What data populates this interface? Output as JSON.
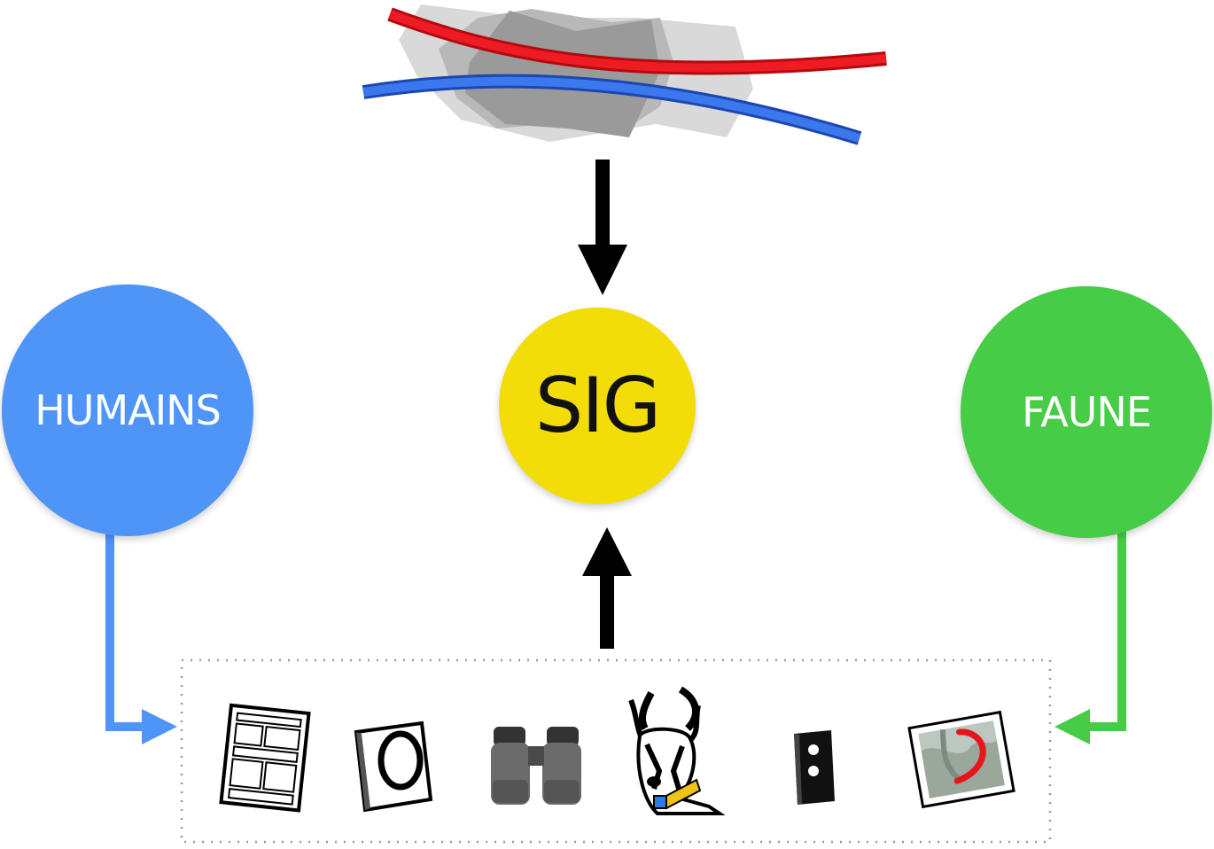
{
  "nodes": {
    "humains": {
      "label": "HUMAINS",
      "color": "#4f95f7"
    },
    "sig": {
      "label": "SIG",
      "color": "#f2dd08"
    },
    "faune": {
      "label": "FAUNE",
      "color": "#47cc47"
    }
  },
  "connectors": {
    "humains_color": "#4f95f7",
    "faune_color": "#47cc47",
    "arrow_color": "#000000"
  },
  "top_map": {
    "road_red": "#e8141c",
    "road_blue": "#2d6ae8",
    "polygon_grays": [
      "#d6d6d6",
      "#b3b3b3",
      "#969696"
    ]
  },
  "data_sources": {
    "icons": [
      "questionnaire-form-icon",
      "camera-trap-icon",
      "binoculars-icon",
      "chamois-collar-icon",
      "speaker-sensor-icon",
      "telemetry-map-photo-icon"
    ]
  }
}
